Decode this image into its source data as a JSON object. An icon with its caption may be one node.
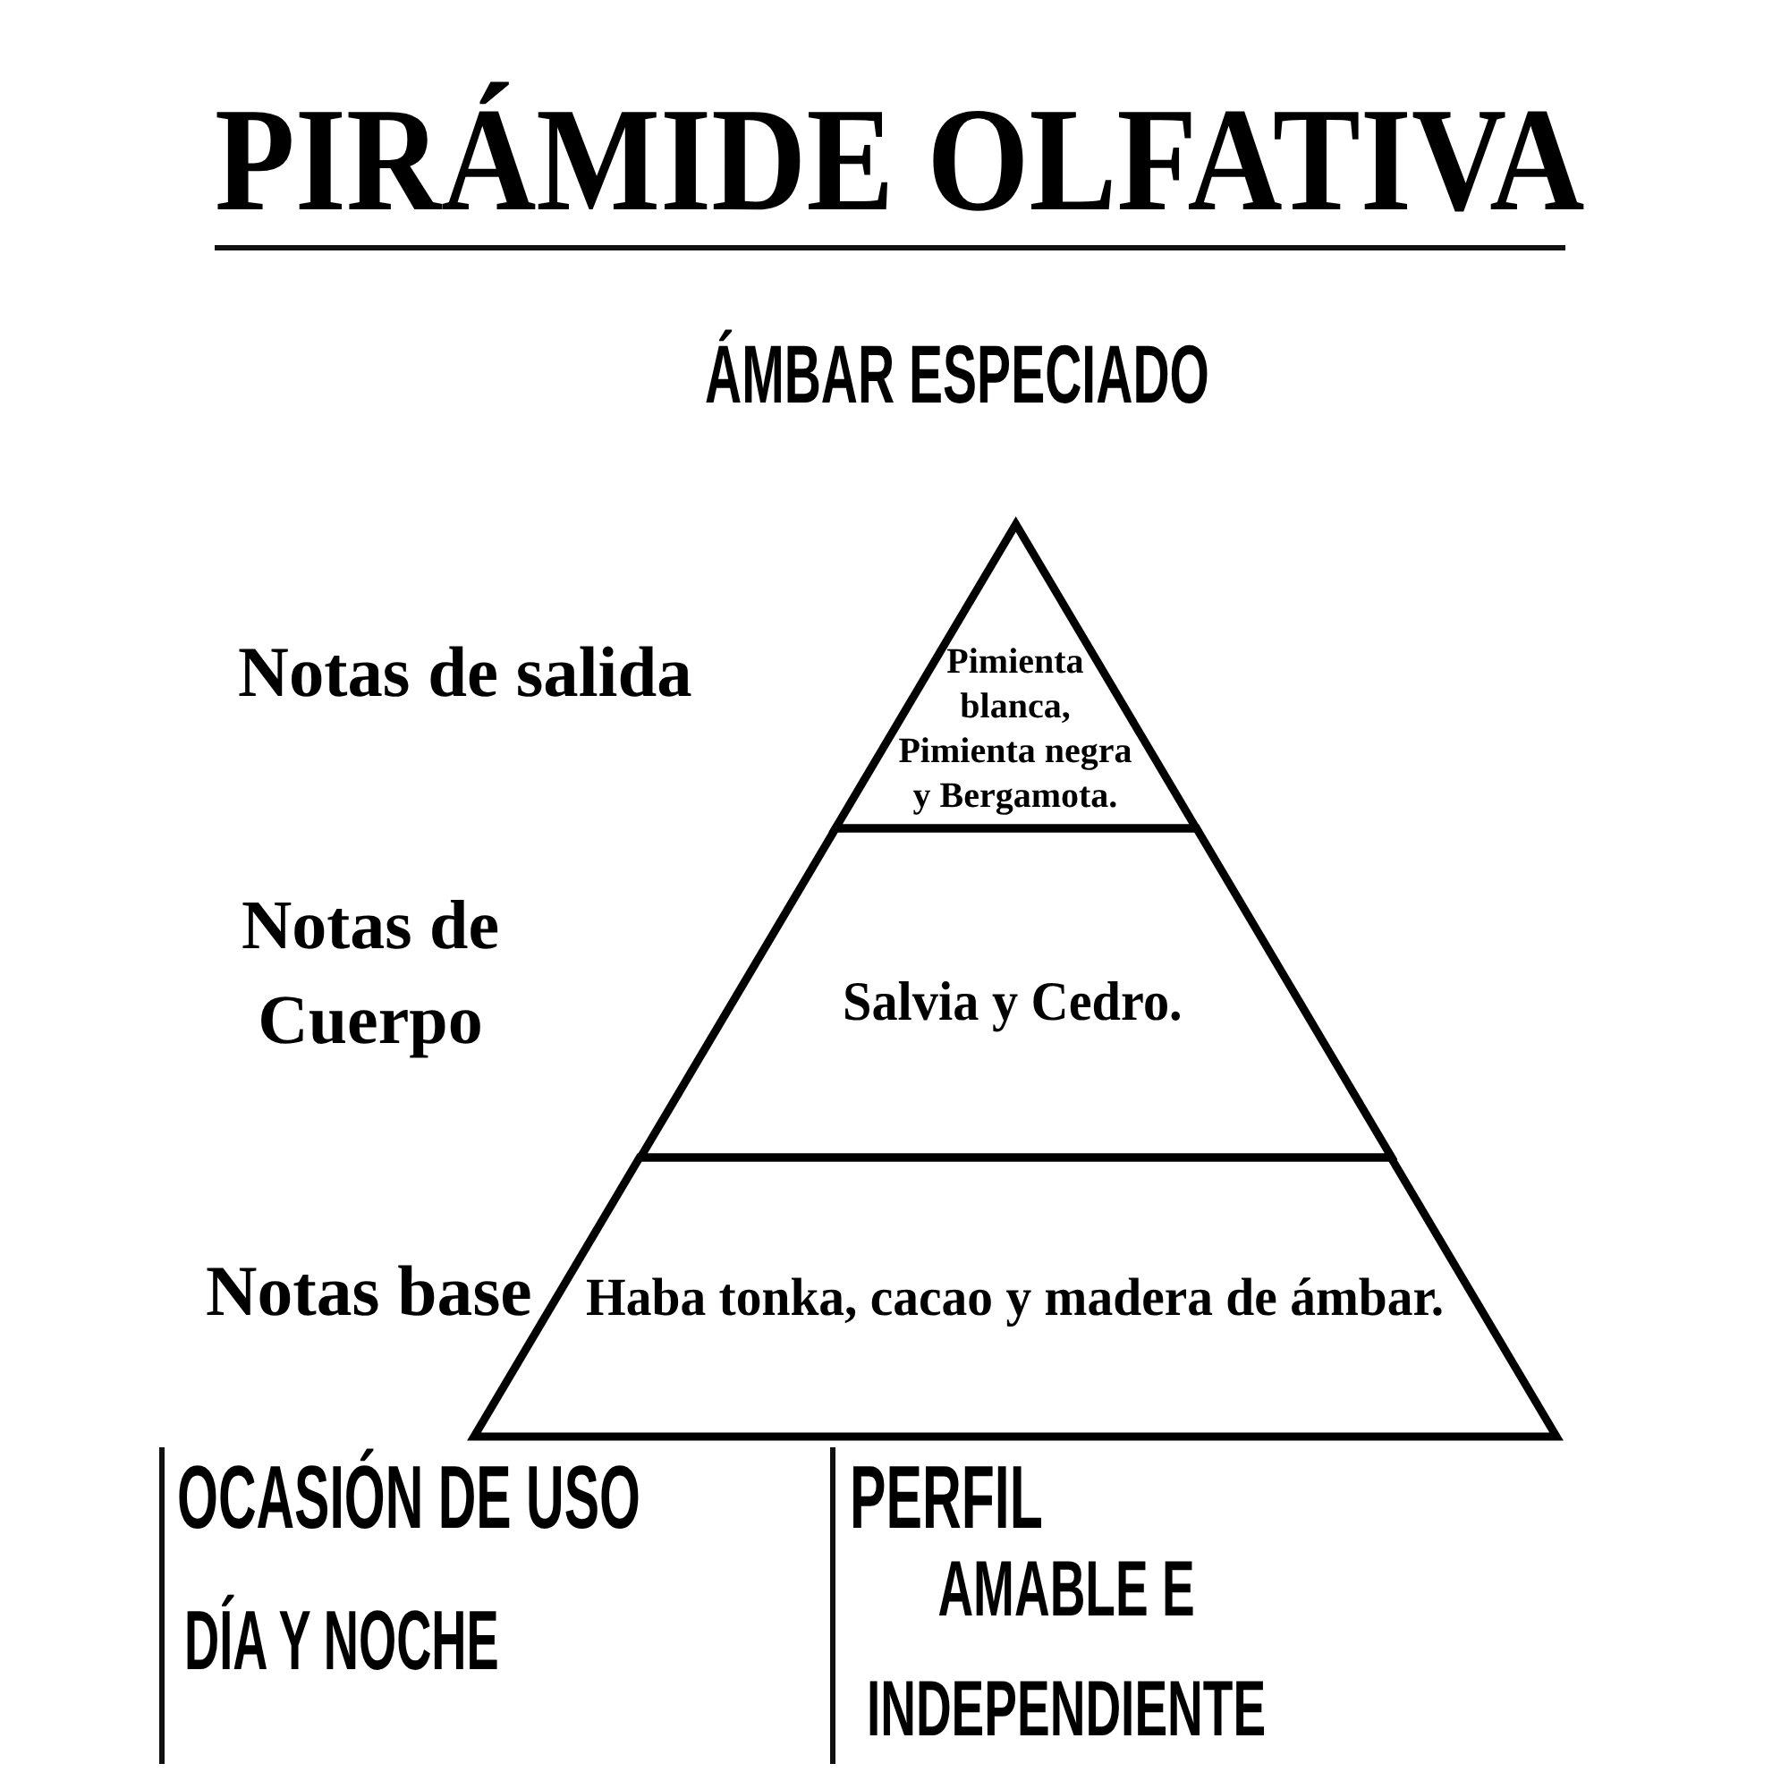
{
  "diagram": {
    "title": "PIRÁMIDE OLFATIVA",
    "nodes": [
      {
        "text": [
          "Pimienta blanca, Pimienta negra y Bergamota."
        ],
        "beside": [
          "Notas de salida"
        ]
      },
      {
        "text": [
          "Salvia y Cedro."
        ],
        "beside": [
          "Notas de Cuerpo"
        ]
      },
      {
        "text": [
          "Haba tonka, cacao y madera de ámbar."
        ],
        "beside": [
          "Notas base"
        ]
      }
    ],
    "labels": [
      "ÁMBAR ESPECIADO",
      "OCASIÓN DE USO",
      "DÍA Y NOCHE",
      "PERFIL",
      "AMABLE E INDEPENDIENTE"
    ]
  }
}
